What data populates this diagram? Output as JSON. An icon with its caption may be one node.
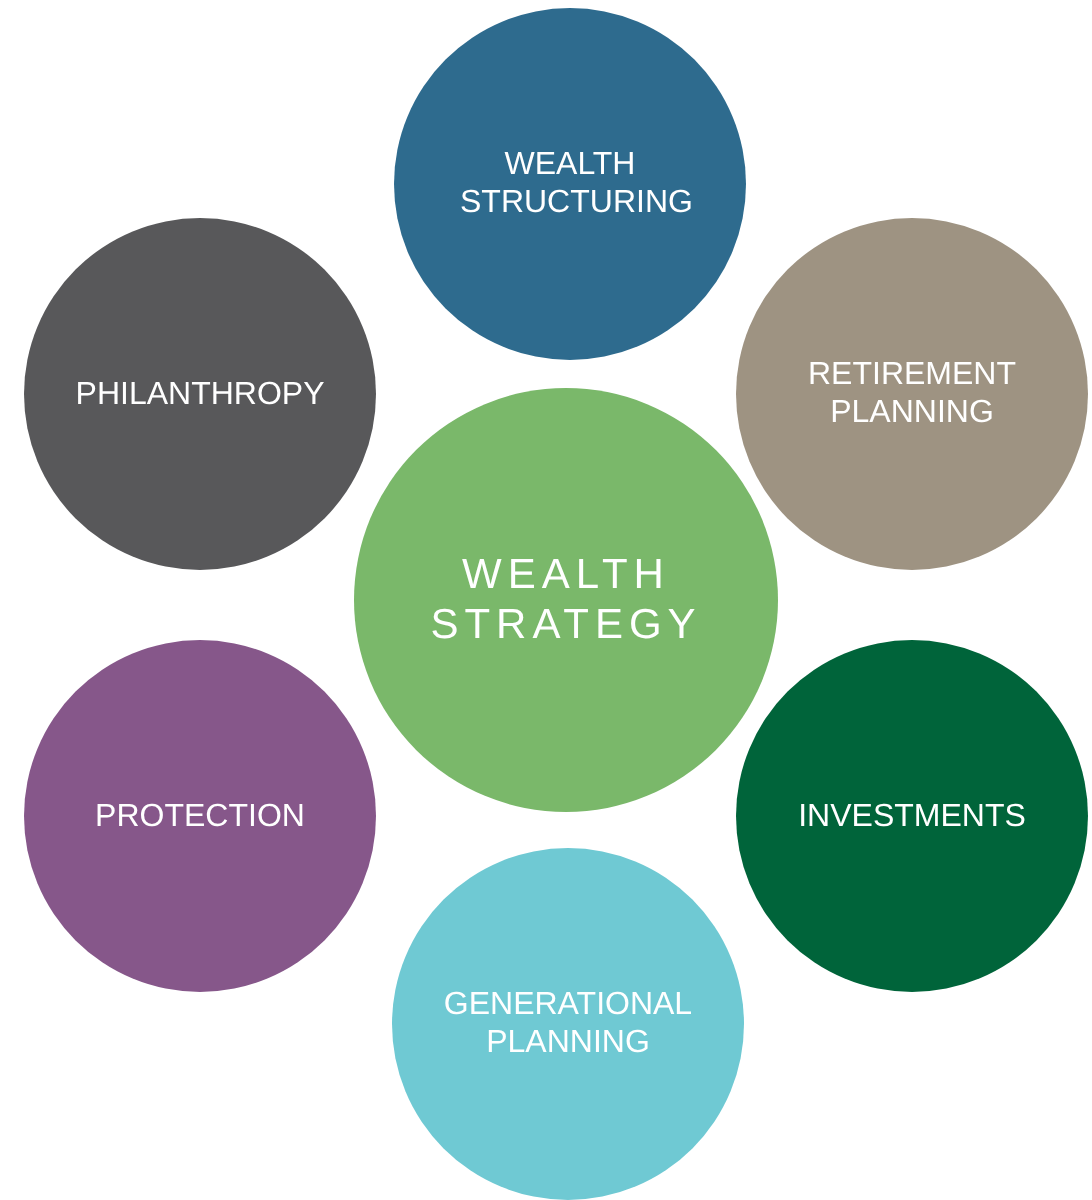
{
  "diagram": {
    "nodes": [
      {
        "text": [
          "WEALTH STRUCTURING"
        ]
      },
      {
        "text": [
          "PHILANTHROPY"
        ]
      },
      {
        "text": [
          "RETIREMENT PLANNING"
        ]
      },
      {
        "text": [
          "WEALTH STRATEGY"
        ]
      },
      {
        "text": [
          "PROTECTION"
        ]
      },
      {
        "text": [
          "INVESTMENTS"
        ]
      },
      {
        "text": [
          "GENERATIONAL PLANNING"
        ]
      }
    ]
  }
}
